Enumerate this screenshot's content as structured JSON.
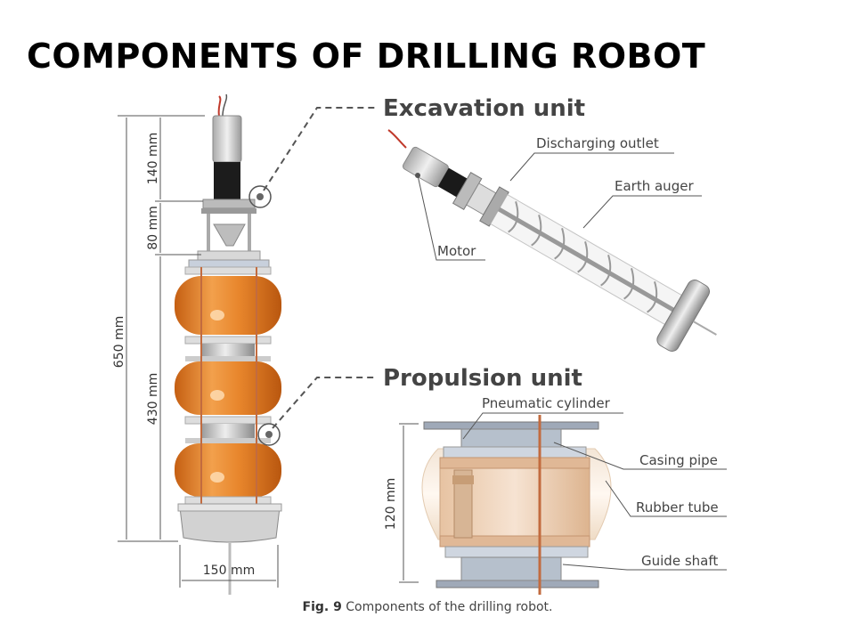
{
  "title": "COMPONENTS OF DRILLING ROBOT",
  "excavation": {
    "heading": "Excavation unit",
    "labels": {
      "discharging_outlet": "Discharging outlet",
      "earth_auger": "Earth auger",
      "motor": "Motor"
    }
  },
  "propulsion": {
    "heading": "Propulsion unit",
    "labels": {
      "pneumatic_cylinder": "Pneumatic cylinder",
      "casing_pipe": "Casing pipe",
      "rubber_tube": "Rubber tube",
      "guide_shaft": "Guide shaft",
      "height": "120 mm"
    }
  },
  "robot_dims": {
    "d140": "140 mm",
    "d80": "80 mm",
    "d650": "650 mm",
    "d430": "430 mm",
    "d150": "150 mm"
  },
  "caption": {
    "prefix": "Fig. 9",
    "text": " Components of the drilling robot."
  },
  "colors": {
    "rubber": "#e8862c",
    "metal": "#c9c9c9",
    "motor": "#1a1a1a",
    "leader": "#555555"
  }
}
